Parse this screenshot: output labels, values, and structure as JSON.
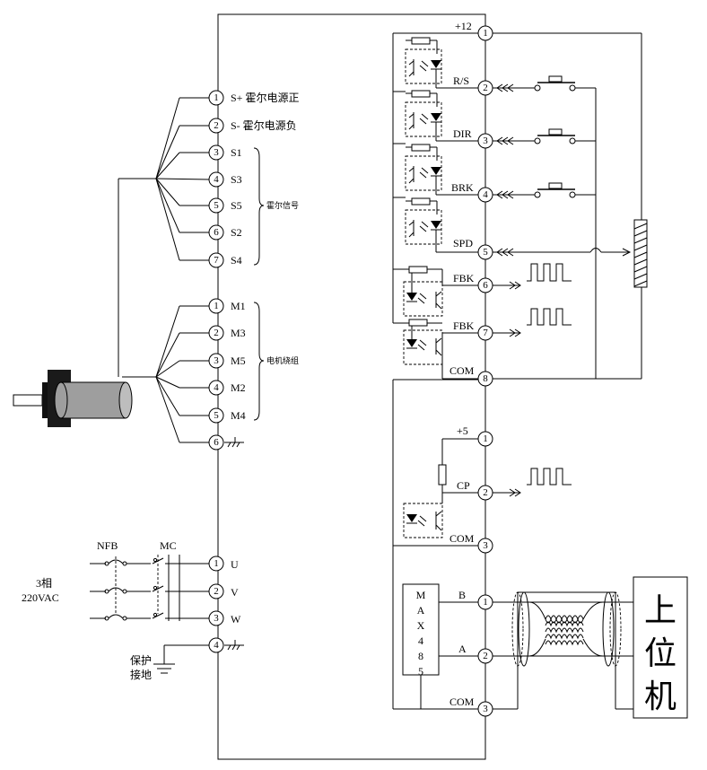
{
  "hall_pins": [
    {
      "num": "1",
      "label": "S+ 霍尔电源正"
    },
    {
      "num": "2",
      "label": "S-  霍尔电源负"
    },
    {
      "num": "3",
      "label": "S1"
    },
    {
      "num": "4",
      "label": "S3"
    },
    {
      "num": "5",
      "label": "S5"
    },
    {
      "num": "6",
      "label": "S2"
    },
    {
      "num": "7",
      "label": "S4"
    }
  ],
  "hall_group_label": "霍尔信号",
  "motor_pins": [
    {
      "num": "1",
      "label": "M1"
    },
    {
      "num": "2",
      "label": "M3"
    },
    {
      "num": "3",
      "label": "M5"
    },
    {
      "num": "4",
      "label": "M2"
    },
    {
      "num": "5",
      "label": "M4"
    },
    {
      "num": "6",
      "label": ""
    }
  ],
  "motor_group_label": "电机绕组",
  "power_pins": [
    {
      "num": "1",
      "label": "U"
    },
    {
      "num": "2",
      "label": "V"
    },
    {
      "num": "3",
      "label": "W"
    },
    {
      "num": "4",
      "label": ""
    }
  ],
  "nfb_label": "NFB",
  "mc_label": "MC",
  "supply_label_1": "3相",
  "supply_label_2": "220VAC",
  "ground_label_1": "保护",
  "ground_label_2": "接地",
  "control_pins": [
    {
      "num": "1",
      "label": "+12"
    },
    {
      "num": "2",
      "label": "R/S"
    },
    {
      "num": "3",
      "label": "DIR"
    },
    {
      "num": "4",
      "label": "BRK"
    },
    {
      "num": "5",
      "label": "SPD"
    },
    {
      "num": "6",
      "label": "FBK"
    },
    {
      "num": "7",
      "label": "FBK"
    },
    {
      "num": "8",
      "label": "COM"
    }
  ],
  "pulse_pins": [
    {
      "num": "1",
      "label": "+5"
    },
    {
      "num": "2",
      "label": "CP"
    },
    {
      "num": "3",
      "label": "COM"
    }
  ],
  "rs485_pins": [
    {
      "num": "1",
      "label": "B"
    },
    {
      "num": "2",
      "label": "A"
    },
    {
      "num": "3",
      "label": "COM"
    }
  ],
  "max485_chars": [
    "M",
    "A",
    "X",
    "4",
    "8",
    "5"
  ],
  "host_chars": [
    "上",
    "位",
    "机"
  ]
}
